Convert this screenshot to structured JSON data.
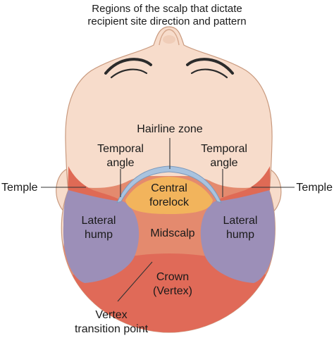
{
  "title": {
    "line1": "Regions of the scalp that dictate",
    "line2": "recipient site direction and pattern"
  },
  "labels": {
    "hairline_zone": "Hairline zone",
    "temporal_angle_left": [
      "Temporal",
      "angle"
    ],
    "temporal_angle_right": [
      "Temporal",
      "angle"
    ],
    "temple_left": "Temple",
    "temple_right": "Temple",
    "central_forelock": [
      "Central",
      "forelock"
    ],
    "lateral_hump_left": [
      "Lateral",
      "hump"
    ],
    "lateral_hump_right": [
      "Lateral",
      "hump"
    ],
    "midscalp": "Midscalp",
    "crown": [
      "Crown",
      "(Vertex)"
    ],
    "vertex_transition": [
      "Vertex",
      "transition point"
    ]
  },
  "colors": {
    "skin": "#f7dccb",
    "skin_shadow": "#e9bfa6",
    "outline": "#c99a7f",
    "midscalp": "#e48a6e",
    "crown": "#e06a58",
    "lateral_hump": "#9c8fb8",
    "temple": "#df6a55",
    "forelock": "#f2b45c",
    "hairline": "#a9c3df",
    "brow": "#2b2b2b"
  }
}
